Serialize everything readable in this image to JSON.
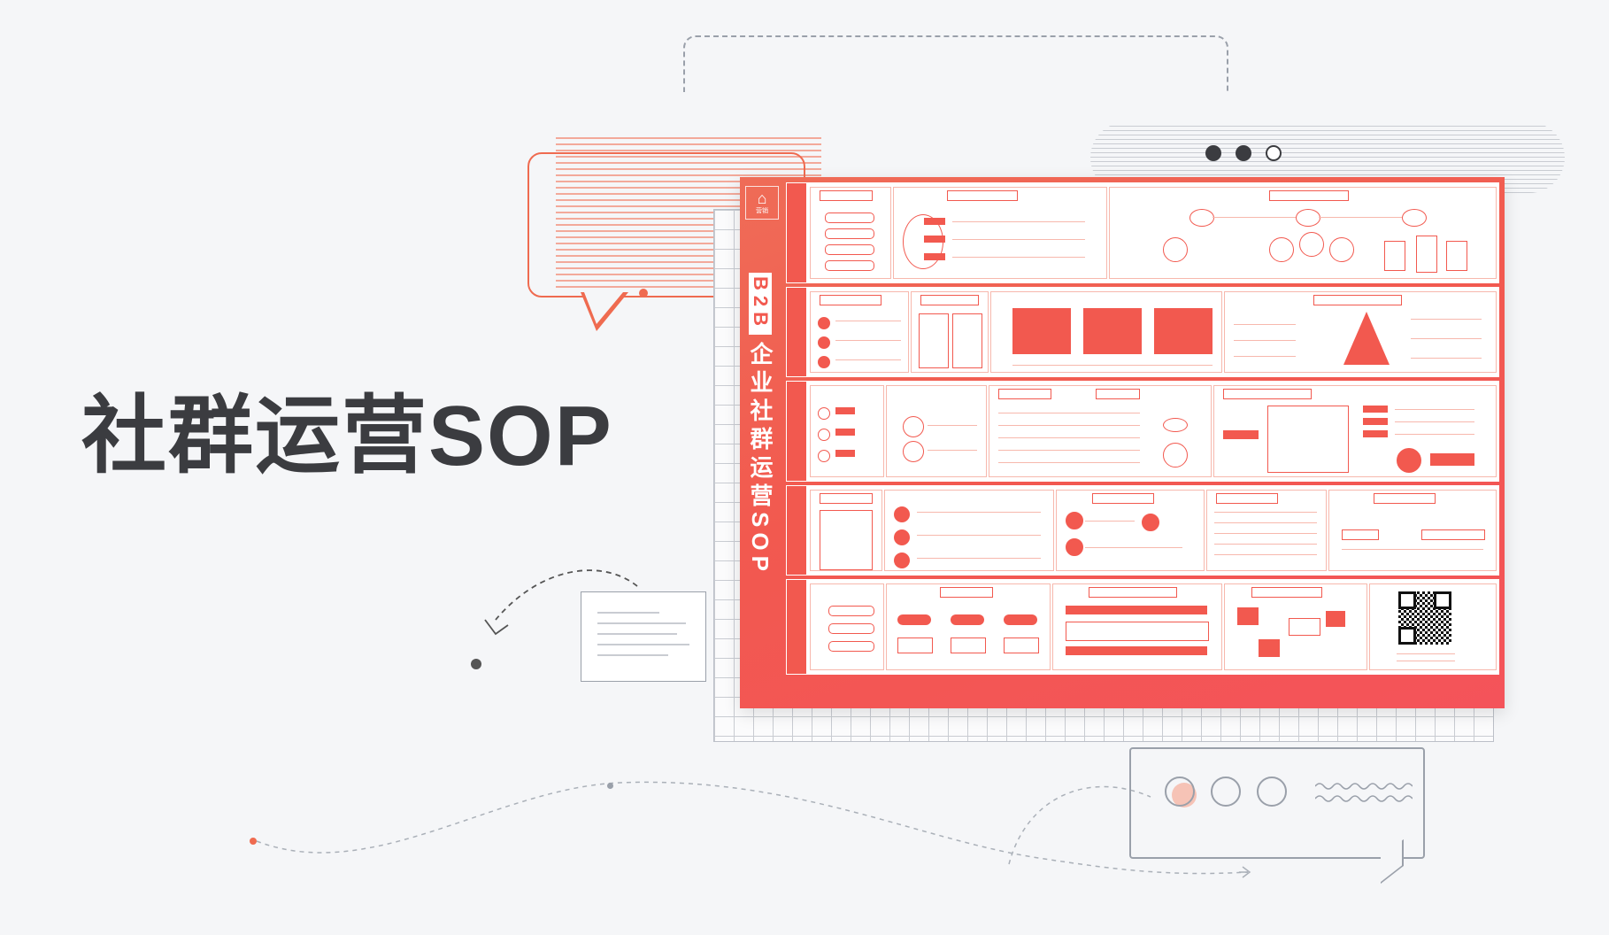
{
  "headline": "社群运营SOP",
  "poster": {
    "vertical_title_tag": "B2B",
    "vertical_title": "企业社群运营SOP",
    "logo_text": "营销"
  },
  "colors": {
    "accent": "#f2594f",
    "text_dark": "#3b3c40",
    "background": "#f5f6f8"
  },
  "browser_dots": [
    "filled",
    "filled",
    "outline"
  ]
}
